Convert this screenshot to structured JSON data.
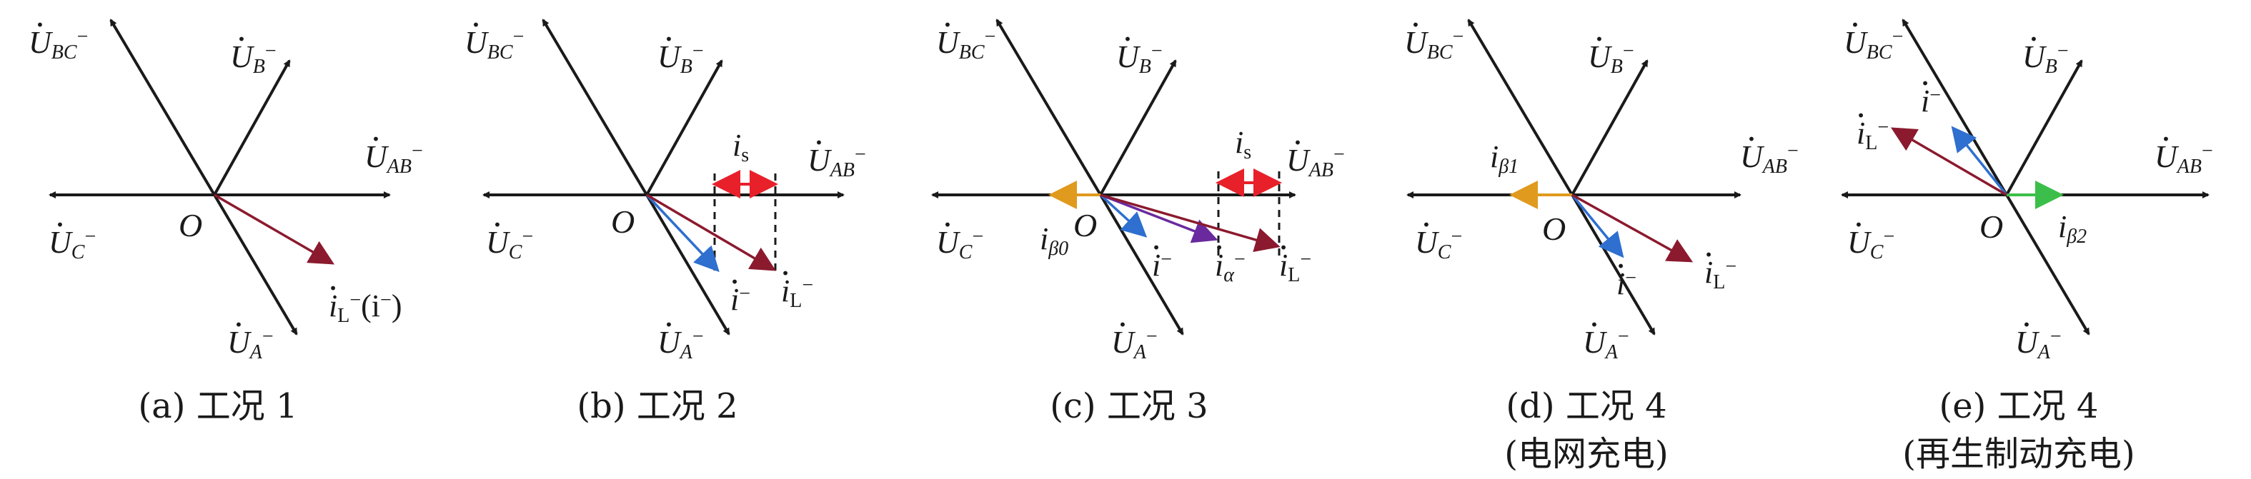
{
  "colors": {
    "axis": "#1a1a1a",
    "load_current": "#8b1a2e",
    "neg_current": "#2e6fcf",
    "alpha_current": "#6a2a9e",
    "beta_current": "#e09a1e",
    "beta2_current": "#3cbf4a",
    "interval": "#e8202a"
  },
  "panels": [
    {
      "id": "a",
      "caption_line1": "(a) 工况 1",
      "caption_line2": "",
      "origin": "O",
      "axes": {
        "U_BC": "U",
        "U_B": "U",
        "U_AB": "U",
        "U_C": "U",
        "U_A": "U"
      },
      "labels": {
        "load": "i",
        "load_extra": "(i",
        "load_extra_close": ")"
      }
    },
    {
      "id": "b",
      "caption_line1": "(b) 工况 2",
      "caption_line2": "",
      "origin": "O",
      "labels": {
        "is": "i",
        "neg": "i",
        "load": "i"
      }
    },
    {
      "id": "c",
      "caption_line1": "(c) 工况 3",
      "caption_line2": "",
      "origin": "O",
      "labels": {
        "is": "i",
        "neg": "i",
        "alpha": "i",
        "load": "i",
        "beta0": "i"
      }
    },
    {
      "id": "d",
      "caption_line1": "(d) 工况 4",
      "caption_line2": "(电网充电)",
      "origin": "O",
      "labels": {
        "beta1": "i",
        "neg": "i",
        "load": "i"
      }
    },
    {
      "id": "e",
      "caption_line1": "(e) 工况 4",
      "caption_line2": "(再生制动充电)",
      "origin": "O",
      "labels": {
        "neg": "i",
        "load": "i",
        "beta2": "i"
      }
    }
  ],
  "symbols": {
    "U": "U",
    "sub_BC": "BC",
    "sub_B": "B",
    "sub_AB": "AB",
    "sub_C": "C",
    "sub_A": "A",
    "sup_minus": "−",
    "sub_L": "L",
    "sub_s": "s",
    "sub_alpha": "α",
    "sub_beta0": "β0",
    "sub_beta1": "β1",
    "sub_beta2": "β2"
  }
}
